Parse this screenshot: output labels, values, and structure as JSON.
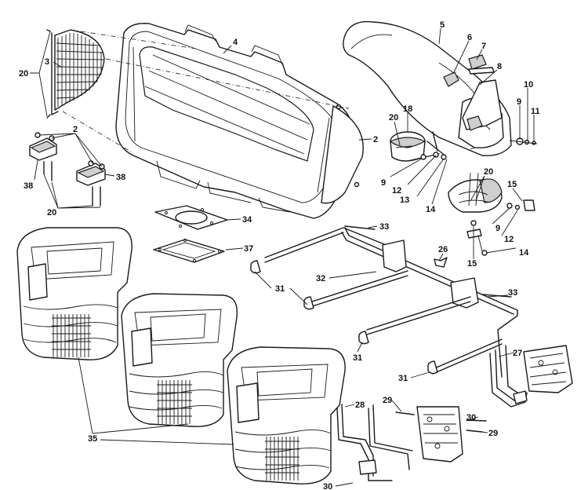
{
  "labels": {
    "l20a": "20",
    "l3": "3",
    "l4": "4",
    "l5": "5",
    "l6": "6",
    "l7": "7",
    "l8": "8",
    "l10": "10",
    "l9a": "9",
    "l11": "11",
    "l18": "18",
    "l20b": "20",
    "l2a": "2",
    "l2b": "2",
    "l38a": "38",
    "l38b": "38",
    "l20c": "20",
    "l9b": "9",
    "l12a": "12",
    "l13": "13",
    "l14a": "14",
    "l20d": "20",
    "l15a": "15",
    "l9c": "9",
    "l12b": "12",
    "l14b": "14",
    "l15b": "15",
    "l34": "34",
    "l37": "37",
    "l33a": "33",
    "l26": "26",
    "l32": "32",
    "l31a": "31",
    "l33b": "33",
    "l31b": "31",
    "l27": "27",
    "l31c": "31",
    "l28": "28",
    "l29a": "29",
    "l30a": "30",
    "l29b": "29",
    "l35": "35",
    "l30b": "30"
  }
}
